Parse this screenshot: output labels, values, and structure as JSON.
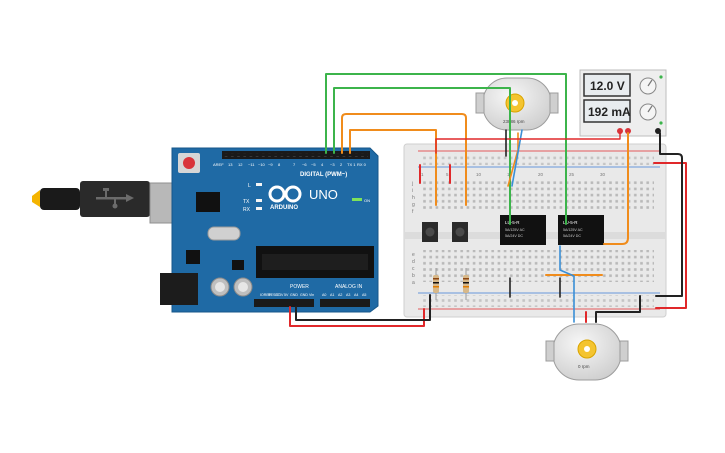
{
  "arduino": {
    "brand": "ARDUINO",
    "model": "UNO",
    "digital_label": "DIGITAL (PWM~)",
    "analog_label": "ANALOG IN",
    "power_label": "POWER",
    "tx_label": "TX",
    "rx_label": "RX",
    "l_label": "L",
    "on_label": "ON",
    "aref_label": "AREF",
    "gnd_label": "GND",
    "digital_pins": [
      "13",
      "12",
      "~11",
      "~10",
      "~9",
      "8",
      "7",
      "~6",
      "~5",
      "4",
      "~3",
      "2",
      "TX 1",
      "RX 0"
    ],
    "power_pins": [
      "IOREF",
      "RESET",
      "3.3V",
      "5V",
      "GND",
      "GND",
      "Vin"
    ],
    "analog_pins": [
      "A0",
      "A1",
      "A2",
      "A3",
      "A4",
      "A5"
    ]
  },
  "power_supply": {
    "voltage": "12.0 V",
    "current": "192 mA"
  },
  "motor_top": {
    "label": "23886 rpm"
  },
  "motor_bottom": {
    "label": "0 rpm"
  },
  "relays": [
    {
      "line1": "LU-5-R",
      "line2": "5A/125V AC",
      "line3": "5A/24V DC"
    },
    {
      "line1": "LU-5-R",
      "line2": "5A/125V AC",
      "line3": "5A/24V DC"
    }
  ],
  "breadboard": {
    "row_letters_top": [
      "j",
      "i",
      "h",
      "g",
      "f"
    ],
    "row_letters_bottom": [
      "e",
      "d",
      "c",
      "b",
      "a"
    ],
    "col_numbers": [
      "1",
      "5",
      "10",
      "15",
      "20",
      "25",
      "30"
    ]
  },
  "colors": {
    "board_blue": "#1f6aa5",
    "wire_green": "#3cb44b",
    "wire_orange": "#f08c1c",
    "wire_red": "#e0282a",
    "wire_black": "#222222",
    "wire_blue": "#3a8fd6",
    "motor_gold": "#f4c430"
  }
}
